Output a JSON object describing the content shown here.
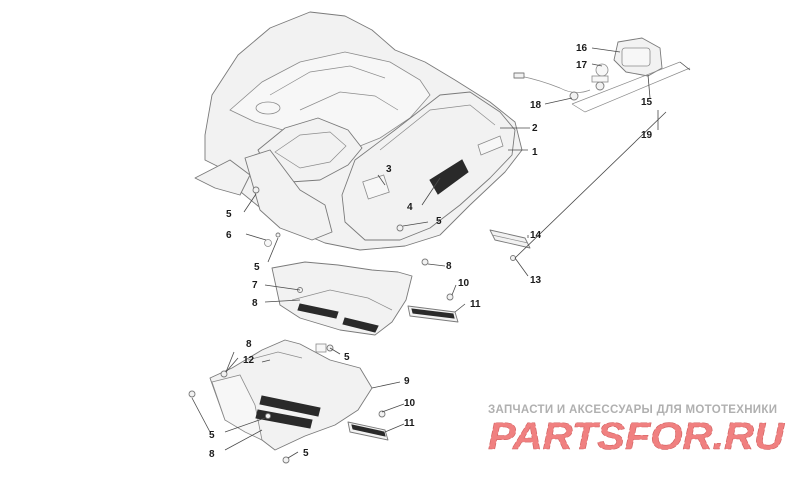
{
  "callouts": {
    "c1": "1",
    "c2": "2",
    "c3": "3",
    "c4": "4",
    "c5a": "5",
    "c5b": "5",
    "c5c": "5",
    "c5d": "5",
    "c5e": "5",
    "c5f": "5",
    "c6": "6",
    "c7": "7",
    "c8a": "8",
    "c8b": "8",
    "c8c": "8",
    "c8d": "8",
    "c9": "9",
    "c10a": "10",
    "c10b": "10",
    "c11a": "11",
    "c11b": "11",
    "c12": "12",
    "c13": "13",
    "c14": "14",
    "c15": "15",
    "c16": "16",
    "c17": "17",
    "c18": "18",
    "c19": "19"
  },
  "watermark": {
    "tagline": "ЗАПЧАСТИ И АКСЕССУАРЫ ДЛЯ МОТОТЕХНИКИ",
    "logo": "PARTSFOR.RU",
    "logo_color": "#f08080"
  }
}
